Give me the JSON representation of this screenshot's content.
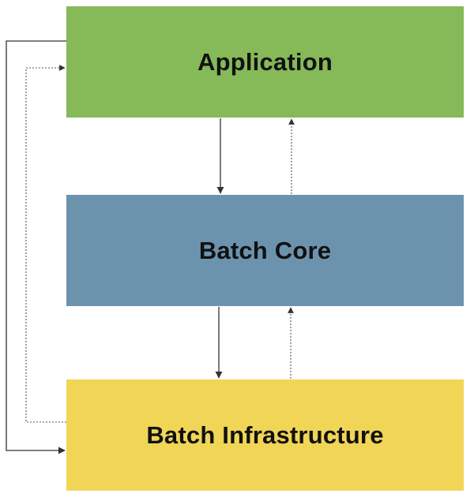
{
  "diagram": {
    "layers": [
      {
        "id": "application",
        "label": "Application",
        "color": "#86b958"
      },
      {
        "id": "core",
        "label": "Batch Core",
        "color": "#6c93ae"
      },
      {
        "id": "infrastructure",
        "label": "Batch Infrastructure",
        "color": "#f1d556"
      }
    ],
    "connector_color": "#333333",
    "edges": [
      {
        "from": "application",
        "to": "core",
        "style": "solid"
      },
      {
        "from": "core",
        "to": "application",
        "style": "dotted"
      },
      {
        "from": "core",
        "to": "infrastructure",
        "style": "solid"
      },
      {
        "from": "infrastructure",
        "to": "core",
        "style": "dotted"
      },
      {
        "from": "application",
        "to": "infrastructure",
        "style": "solid"
      },
      {
        "from": "infrastructure",
        "to": "application",
        "style": "dotted"
      }
    ]
  }
}
